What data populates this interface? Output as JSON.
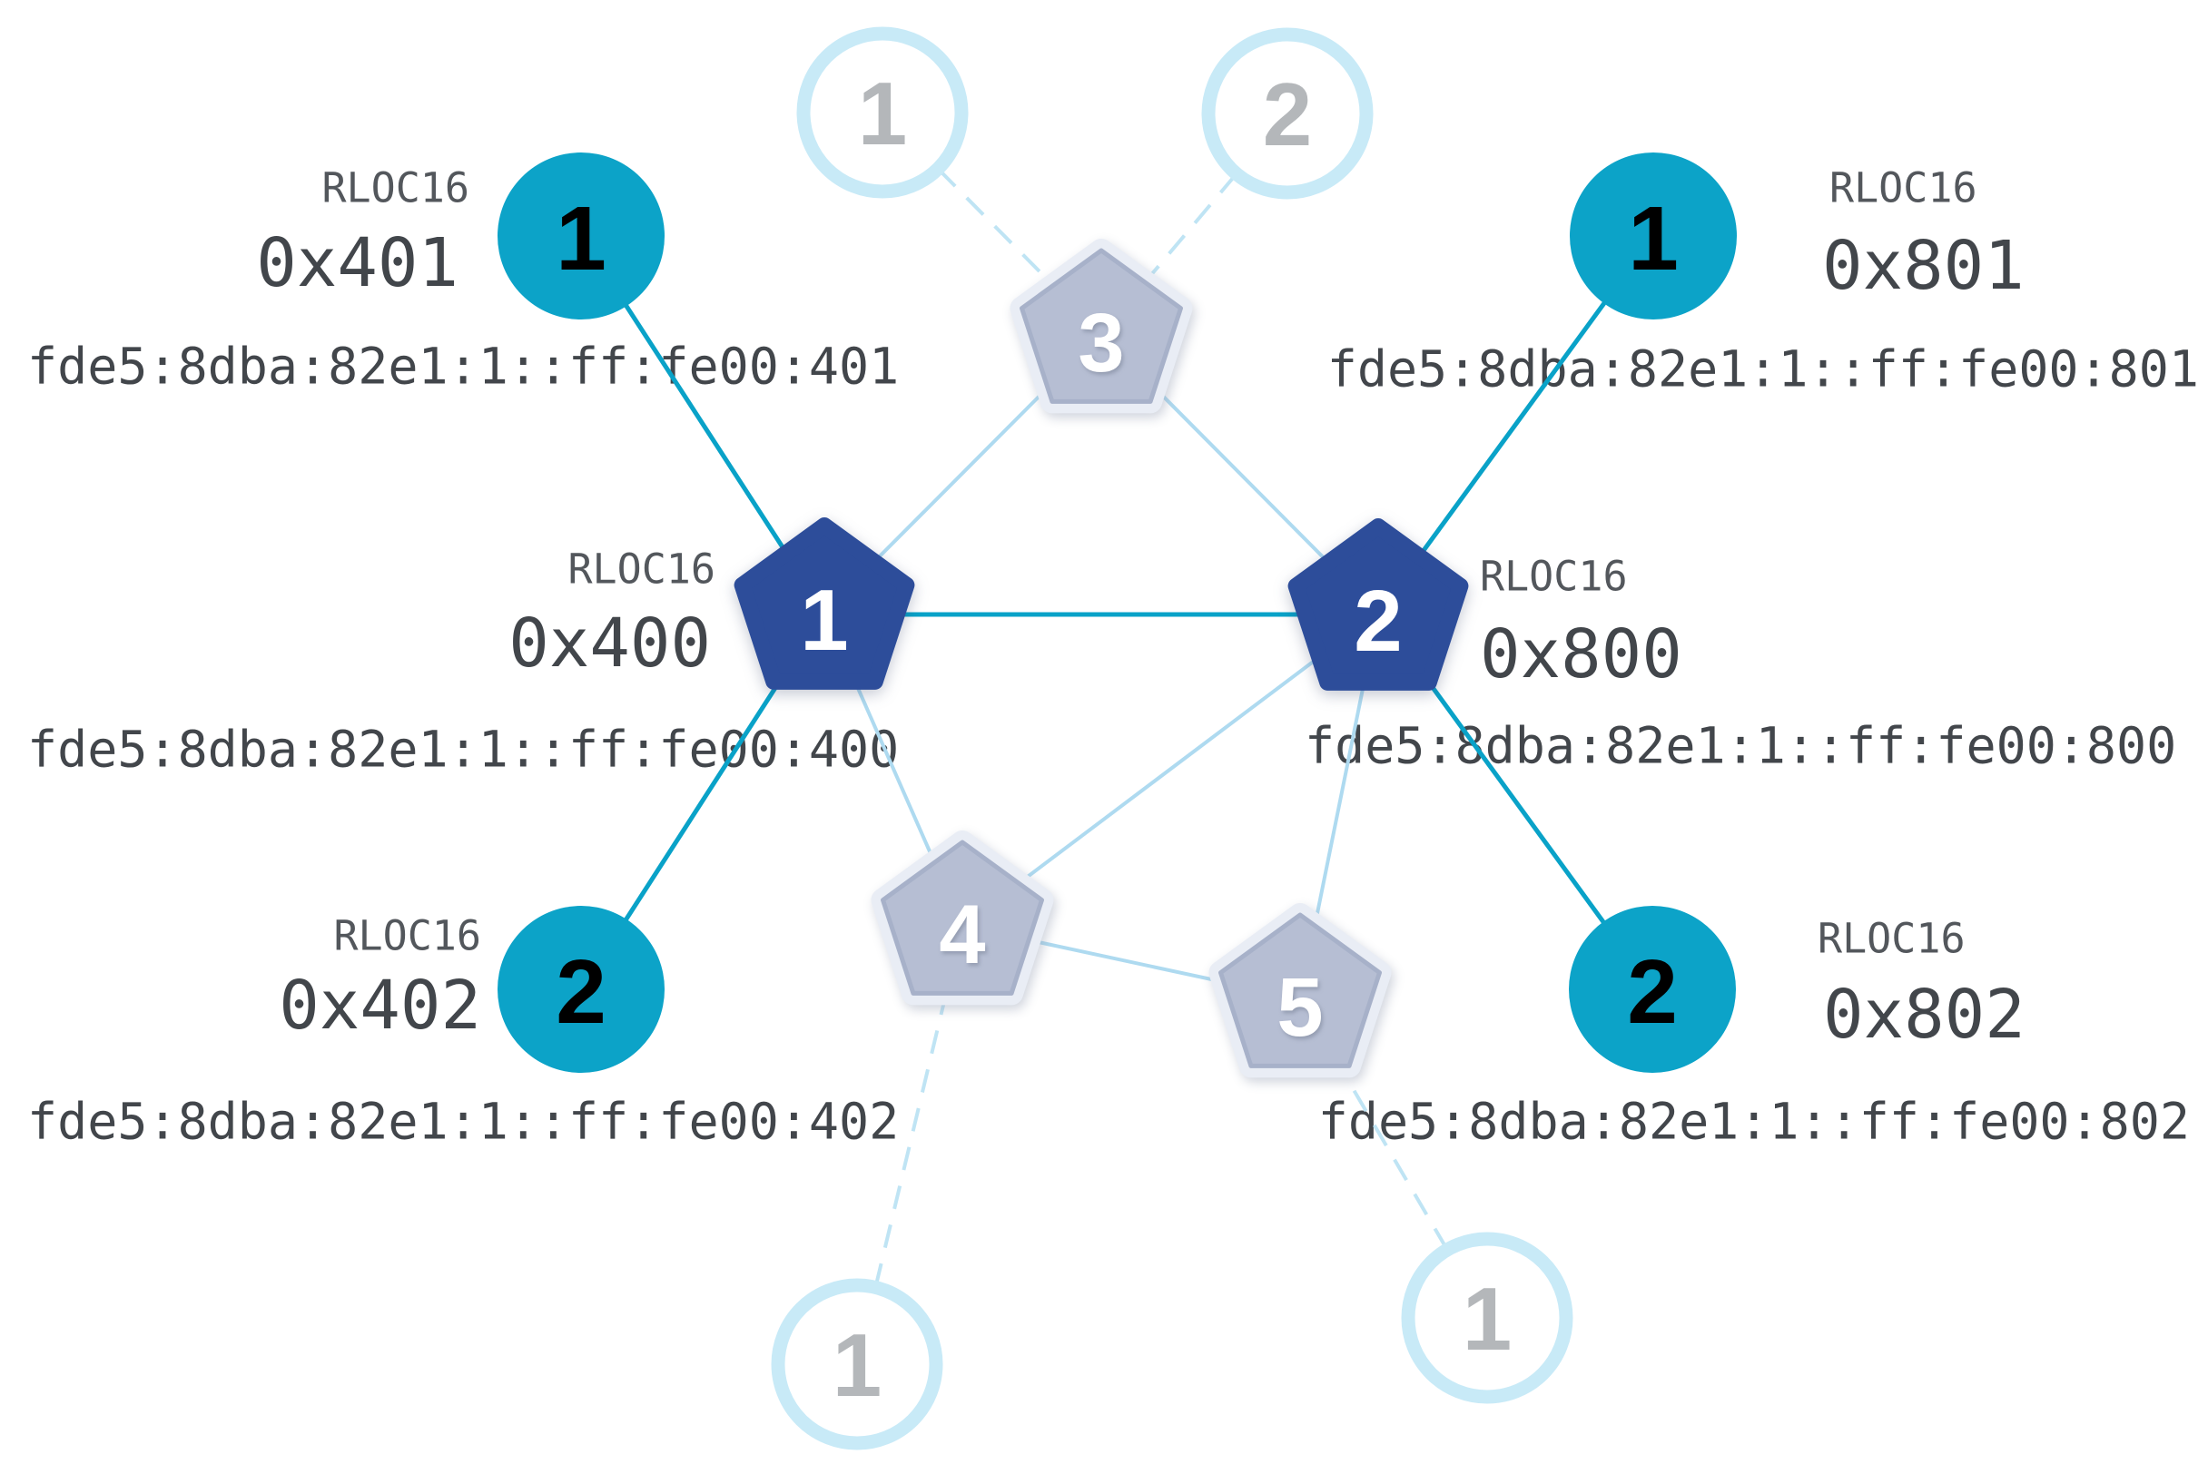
{
  "diagram": {
    "labels": {
      "rloc16": "RLOC16"
    },
    "routers": {
      "router1": {
        "number": "1",
        "rloc16": "0x400",
        "ipv6": "fde5:8dba:82e1:1::ff:fe00:400",
        "state": "active"
      },
      "router2": {
        "number": "2",
        "rloc16": "0x800",
        "ipv6": "fde5:8dba:82e1:1::ff:fe00:800",
        "state": "active"
      },
      "router3": {
        "number": "3",
        "state": "faded"
      },
      "router4": {
        "number": "4",
        "state": "faded"
      },
      "router5": {
        "number": "5",
        "state": "faded"
      }
    },
    "children": {
      "child401": {
        "number": "1",
        "rloc16": "0x401",
        "ipv6": "fde5:8dba:82e1:1::ff:fe00:401",
        "parent": "router1"
      },
      "child402": {
        "number": "2",
        "rloc16": "0x402",
        "ipv6": "fde5:8dba:82e1:1::ff:fe00:402",
        "parent": "router1"
      },
      "child801": {
        "number": "1",
        "rloc16": "0x801",
        "ipv6": "fde5:8dba:82e1:1::ff:fe00:801",
        "parent": "router2"
      },
      "child802": {
        "number": "2",
        "rloc16": "0x802",
        "ipv6": "fde5:8dba:82e1:1::ff:fe00:802",
        "parent": "router2"
      },
      "fadedTop1": {
        "number": "1",
        "parent": "router3",
        "state": "faded"
      },
      "fadedTop2": {
        "number": "2",
        "parent": "router3",
        "state": "faded"
      },
      "fadedBottomLeft": {
        "number": "1",
        "parent": "router4",
        "state": "faded"
      },
      "fadedBottomRight": {
        "number": "1",
        "parent": "router5",
        "state": "faded"
      }
    },
    "links": [
      {
        "from": "child401",
        "to": "router1",
        "type": "active"
      },
      {
        "from": "child402",
        "to": "router1",
        "type": "active"
      },
      {
        "from": "router1",
        "to": "router2",
        "type": "active"
      },
      {
        "from": "child801",
        "to": "router2",
        "type": "active"
      },
      {
        "from": "child802",
        "to": "router2",
        "type": "active"
      },
      {
        "from": "router1",
        "to": "router3",
        "type": "router"
      },
      {
        "from": "router2",
        "to": "router3",
        "type": "router"
      },
      {
        "from": "router1",
        "to": "router4",
        "type": "router"
      },
      {
        "from": "router2",
        "to": "router4",
        "type": "router"
      },
      {
        "from": "router2",
        "to": "router5",
        "type": "router"
      },
      {
        "from": "router4",
        "to": "router5",
        "type": "router"
      },
      {
        "from": "fadedTop1",
        "to": "router3",
        "type": "faded"
      },
      {
        "from": "fadedTop2",
        "to": "router3",
        "type": "faded"
      },
      {
        "from": "fadedBottomLeft",
        "to": "router4",
        "type": "faded"
      },
      {
        "from": "fadedBottomRight",
        "to": "router5",
        "type": "faded"
      }
    ],
    "colors": {
      "child_fill": "#0ca3c8",
      "active_link": "#09a2c8",
      "router_fill": "#2d4d9a",
      "router_link": "#aedaf0",
      "faded_link": "#bfe4f4",
      "faded_circle_stroke": "#c8eaf7",
      "faded_router_fill": "#b6bed3",
      "faded_router_stroke": "#a7b1c9",
      "faded_router_halo": "#e9edf5",
      "faded_number": "#b4b7ba",
      "text_primary": "#42464b",
      "text_secondary": "#53575c",
      "child_number": "#000000",
      "router_number": "#ffffff"
    }
  }
}
